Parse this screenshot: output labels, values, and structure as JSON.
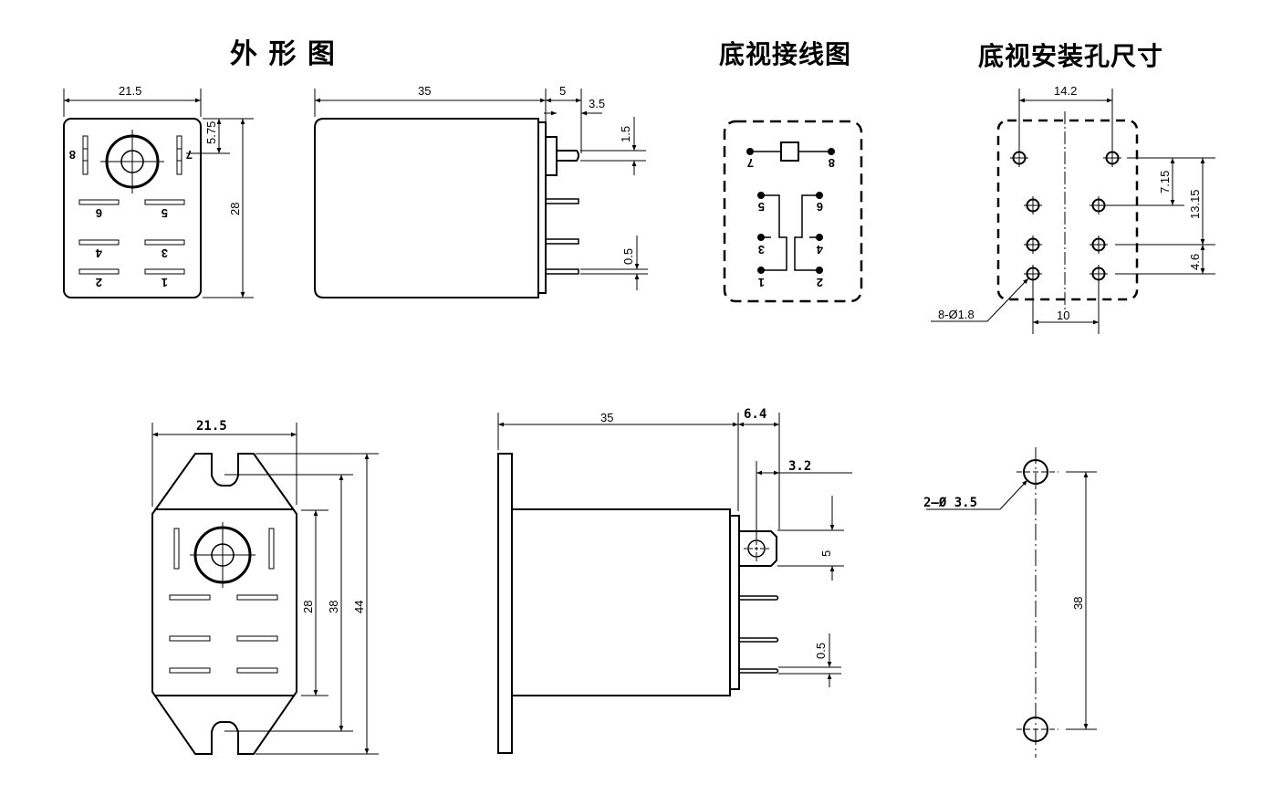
{
  "titles": {
    "outline": "外 形 图",
    "wiring": "底视接线图",
    "mounting": "底视安装孔尺寸"
  },
  "top_front_view": {
    "width": "21.5",
    "height": "28",
    "center_offset": "5.75",
    "pin_labels": [
      "8",
      "7",
      "6",
      "5",
      "4",
      "3",
      "2",
      "1"
    ]
  },
  "top_side_view": {
    "body_length": "35",
    "terminal_length": "5",
    "terminal_tip": "3.5",
    "terminal_width": "1.5",
    "pin_thickness": "0.5"
  },
  "wiring_diagram": {
    "coil_pins": [
      "7",
      "8"
    ],
    "contact_pins": [
      "5",
      "6",
      "3",
      "4",
      "1",
      "2"
    ]
  },
  "mounting_holes": {
    "outer_spacing": "14.2",
    "inner_spacing": "10",
    "row_offset_1": "7.15",
    "row_offset_total": "13.15",
    "row_pitch": "4.6",
    "hole_callout": "8-Ø1.8"
  },
  "bottom_front_view": {
    "width": "21.5",
    "body_height": "28",
    "slot_spacing": "38",
    "flange_height": "44"
  },
  "bottom_side_view": {
    "body_length": "35",
    "terminal_length": "6.4",
    "hole_offset": "3.2",
    "terminal_width": "5",
    "pin_thickness": "0.5"
  },
  "flange_holes": {
    "spacing": "38",
    "hole_callout": "2—Ø 3.5"
  }
}
